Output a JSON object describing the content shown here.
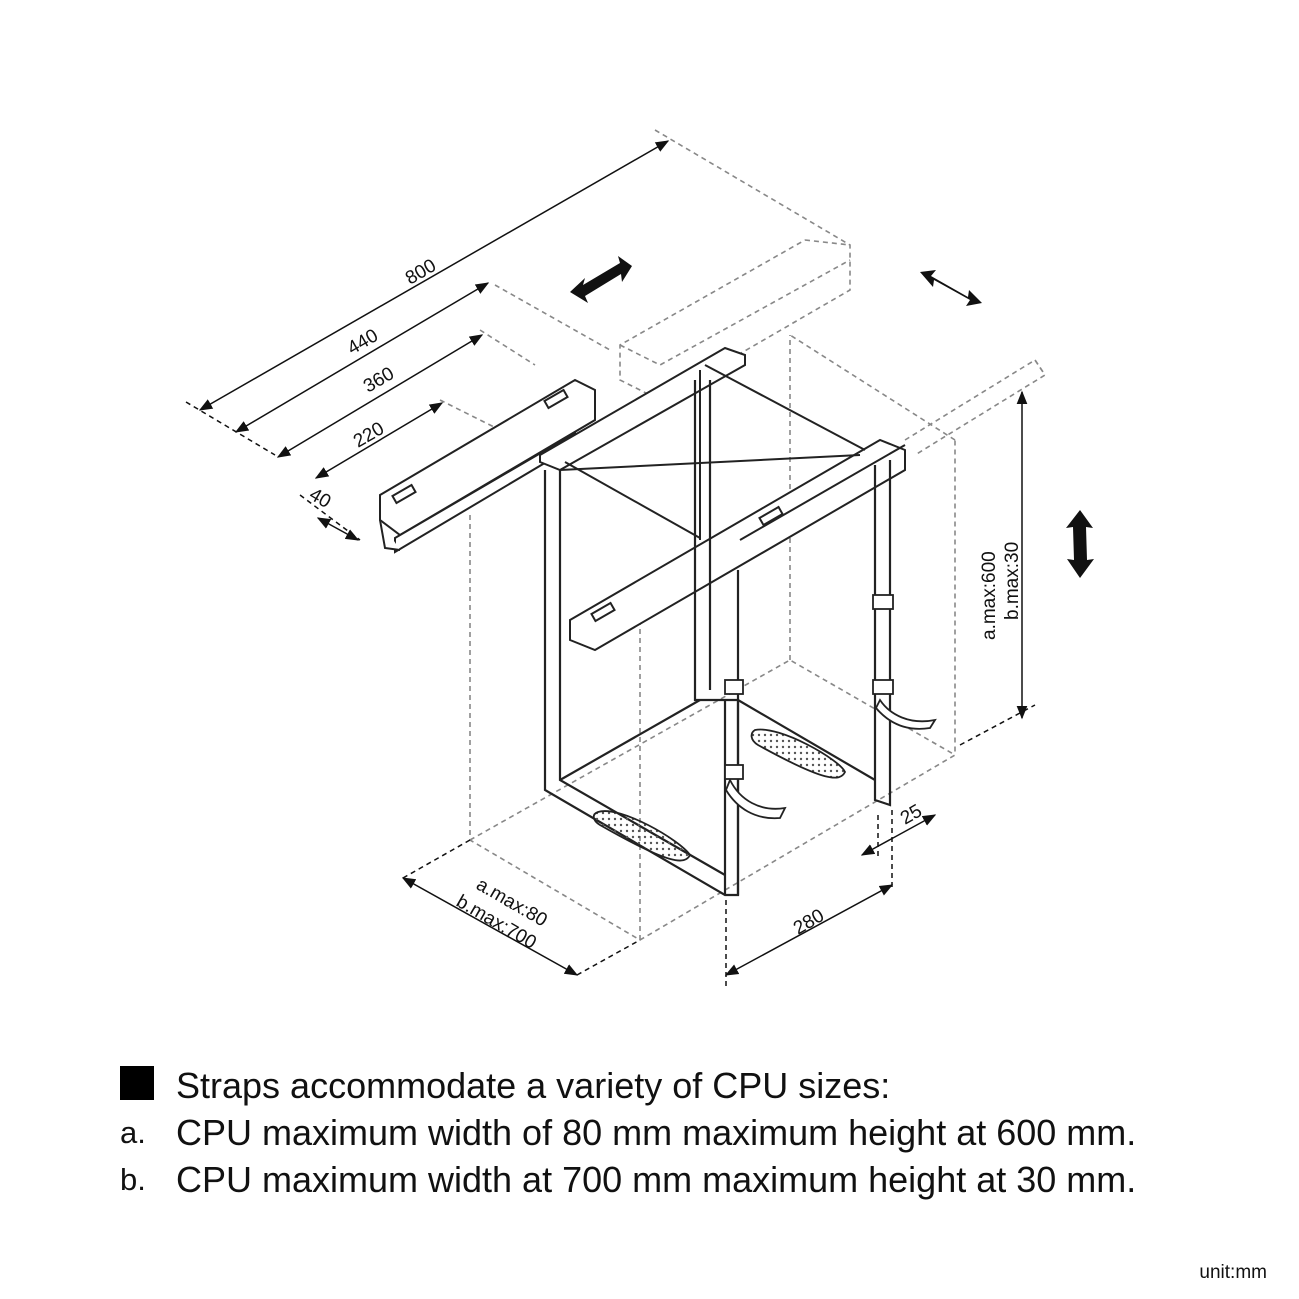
{
  "dimensions": {
    "d800": "800",
    "d440": "440",
    "d360": "360",
    "d220": "220",
    "d40": "40",
    "height_a": "a.max:600",
    "height_b": "b.max:30",
    "width_a": "a.max:80",
    "width_b": "b.max:700",
    "d280": "280",
    "d25": "25"
  },
  "notes": {
    "heading": "Straps accommodate a variety of CPU sizes:",
    "items": [
      {
        "marker": "a.",
        "text": "CPU maximum width of 80 mm maximum height at 600 mm."
      },
      {
        "marker": "b.",
        "text": "CPU maximum width at 700 mm maximum height at 30 mm."
      }
    ]
  },
  "unit_label": "unit:mm",
  "icons": [
    "double-arrow-icon",
    "square-bullet-icon"
  ],
  "colors": {
    "line": "#222222",
    "dashed": "#888888",
    "text": "#111111"
  }
}
